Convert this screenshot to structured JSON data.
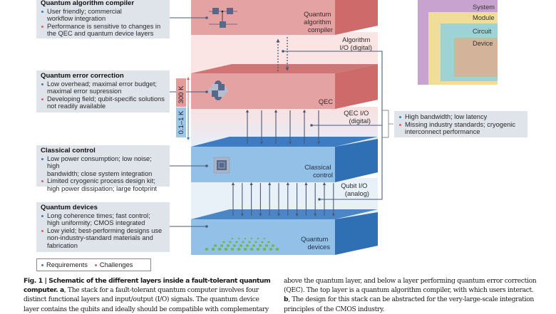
{
  "layers": [
    {
      "name": "Quantum algorithm compiler",
      "label_lines": [
        "Quantum",
        "algorithm",
        "compiler"
      ],
      "color": "#d98686"
    },
    {
      "name": "QEC",
      "label_lines": [
        "QEC"
      ],
      "color": "#d98686"
    },
    {
      "name": "Classical control",
      "label_lines": [
        "Classical",
        "control"
      ],
      "color": "#8fbde3"
    },
    {
      "name": "Quantum devices",
      "label_lines": [
        "Quantum",
        "devices"
      ],
      "color": "#8fbde3"
    }
  ],
  "io_labels": {
    "algorithm_io": [
      "Algorithm",
      "I/O (digital)"
    ],
    "qec_io": [
      "QEC I/O",
      "(digital)"
    ],
    "qubit_io": [
      "Qubit I/O",
      "(analog)"
    ]
  },
  "temperature": {
    "warm": "300 K",
    "cold": "0.1–1 K"
  },
  "info_boxes": [
    {
      "title": "Quantum  algorithm compiler",
      "items": [
        {
          "type": "requirement",
          "lines": [
            "User friendly; commercial",
            "workflow integration"
          ]
        },
        {
          "type": "challenge",
          "lines": [
            "Performance is sensitive to changes in",
            "the QEC and quantum device layers"
          ]
        }
      ]
    },
    {
      "title": "Quantum error correction",
      "items": [
        {
          "type": "requirement",
          "lines": [
            "Low overhead; maximal error budget;",
            "maximal error supression"
          ]
        },
        {
          "type": "challenge",
          "lines": [
            "Developing field; qubit-specific solutions",
            "not readily available"
          ]
        }
      ]
    },
    {
      "title": "Classical control",
      "items": [
        {
          "type": "requirement",
          "lines": [
            "Low power consumption; low noise; high",
            "bandwidth; close system integration"
          ]
        },
        {
          "type": "challenge",
          "lines": [
            "Limited cryogenic process design kit;",
            "high power dissipation; large footprint"
          ]
        }
      ]
    },
    {
      "title": "Quantum devices",
      "items": [
        {
          "type": "requirement",
          "lines": [
            "Long coherence times; fast control;",
            "high uniformity; CMOS integrated"
          ]
        },
        {
          "type": "challenge",
          "lines": [
            "Low yield; best-performing designs use",
            "non-industry-standard materials and",
            "fabrication"
          ]
        }
      ]
    }
  ],
  "io_box": {
    "items": [
      {
        "type": "requirement",
        "lines": [
          "High bandwidth; low latency"
        ]
      },
      {
        "type": "challenge",
        "lines": [
          "Missing industry standards; cryogenic",
          "interconnect performance"
        ]
      }
    ]
  },
  "legend": {
    "requirements": "Requirements",
    "challenges": "Challenges"
  },
  "nested_levels": [
    {
      "label": "System",
      "color": "#c9a3cf"
    },
    {
      "label": "Module",
      "color": "#f0dd9c"
    },
    {
      "label": "Circuit",
      "color": "#9ed3d6"
    },
    {
      "label": "Device",
      "color": "#d4b39b"
    }
  ],
  "colors": {
    "requirement": "#3b78b8",
    "challenge": "#d9605e",
    "box_bg": "#dfe3ea",
    "connector": "#4a5a78"
  },
  "caption": {
    "fig_label": "Fig. 1 | Schematic of the different layers inside a fault-tolerant quantum",
    "fig_label_2": "computer. a",
    "left_line_1_rest": ", The stack for a fault-tolerant quantum computer involves four",
    "left_line_2": "distinct functional layers and input/output (I/O) signals. The quantum device",
    "left_line_3": "layer contains the qubits and ideally should be compatible with complementary",
    "right_line_1": "above the quantum layer, and below a layer performing quantum error correction",
    "right_line_2": "(QEC). The top layer is a quantum algorithm compiler, with which users interact.",
    "right_b": "b",
    "right_line_3_rest": ", The design for this stack can be abstracted for the very-large-scale integration",
    "right_line_4": "principles of the CMOS industry."
  }
}
